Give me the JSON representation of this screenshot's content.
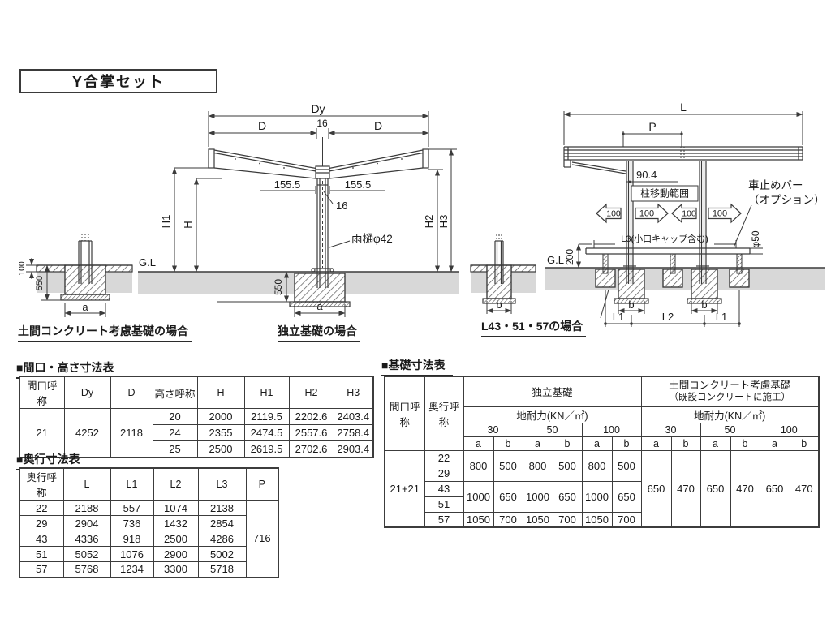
{
  "page": {
    "title": "Y合掌セット"
  },
  "front_view": {
    "caption_doma": "土間コンクリート考慮基礎の場合",
    "caption_dokuritsu": "独立基礎の場合",
    "labels": {
      "dy": "Dy",
      "d_left": "D",
      "gap16_top": "16",
      "d_right": "D",
      "off155_left": "155.5",
      "off155_right": "155.5",
      "gap16_mid": "16",
      "gutter": "雨樋φ42",
      "gl": "G.L",
      "h1": "H1",
      "h": "H",
      "h2": "H2",
      "h3": "H3",
      "depth550": "550",
      "slab100": "100",
      "slab550": "550",
      "a_left": "a",
      "a_center": "a"
    }
  },
  "side_view": {
    "caption_l43": "L43・51・57の場合",
    "labels": {
      "l": "L",
      "p": "P",
      "off904": "90.4",
      "pillar_range": "柱移動範囲",
      "arrow100_1": "100",
      "arrow100_2": "100",
      "arrow100_3": "100",
      "arrow100_4": "100",
      "car_stop_1": "車止めバー",
      "car_stop_2": "（オプション）",
      "l3": "L3(小口キャップ含む)",
      "dim200": "200",
      "phi50": "φ50",
      "gl": "G.L",
      "b_left": "b",
      "b_mid": "b",
      "b_right": "b",
      "l1_left": "L1",
      "l2": "L2",
      "l1_right": "L1"
    }
  },
  "tables": {
    "width_height": {
      "title": "■間口・高さ寸法表",
      "headers": [
        "間口呼称",
        "Dy",
        "D",
        "高さ呼称",
        "H",
        "H1",
        "H2",
        "H3"
      ],
      "maguchi": "21",
      "dy": "4252",
      "d": "2118",
      "rows": [
        [
          "20",
          "2000",
          "2119.5",
          "2202.6",
          "2403.4"
        ],
        [
          "24",
          "2355",
          "2474.5",
          "2557.6",
          "2758.4"
        ],
        [
          "25",
          "2500",
          "2619.5",
          "2702.6",
          "2903.4"
        ]
      ]
    },
    "depth": {
      "title": "■奥行寸法表",
      "headers": [
        "奥行呼称",
        "L",
        "L1",
        "L2",
        "L3",
        "P"
      ],
      "rows": [
        [
          "22",
          "2188",
          "557",
          "1074",
          "2138"
        ],
        [
          "29",
          "2904",
          "736",
          "1432",
          "2854"
        ],
        [
          "43",
          "4336",
          "918",
          "2500",
          "4286"
        ],
        [
          "51",
          "5052",
          "1076",
          "2900",
          "5002"
        ],
        [
          "57",
          "5768",
          "1234",
          "3300",
          "5718"
        ]
      ],
      "p": "716"
    },
    "foundation": {
      "title": "■基礎寸法表",
      "col_maguchi": "間口呼称",
      "col_okuyuki": "奥行呼称",
      "group_dokuritsu": "独立基礎",
      "group_doma_1": "土間コンクリート考慮基礎",
      "group_doma_2": "（既設コンクリートに施工）",
      "chitairyoku": "地耐力(KN／㎡)",
      "loads": [
        "30",
        "50",
        "100"
      ],
      "a": "a",
      "b": "b",
      "maguchi": "21+21",
      "depths": [
        "22",
        "29",
        "43",
        "51",
        "57"
      ],
      "ind_800": "800",
      "ind_500": "500",
      "ind_1000": "1000",
      "ind_650": "650",
      "ind_1050": "1050",
      "ind_700": "700",
      "doma_a": "650",
      "doma_b": "470"
    }
  }
}
